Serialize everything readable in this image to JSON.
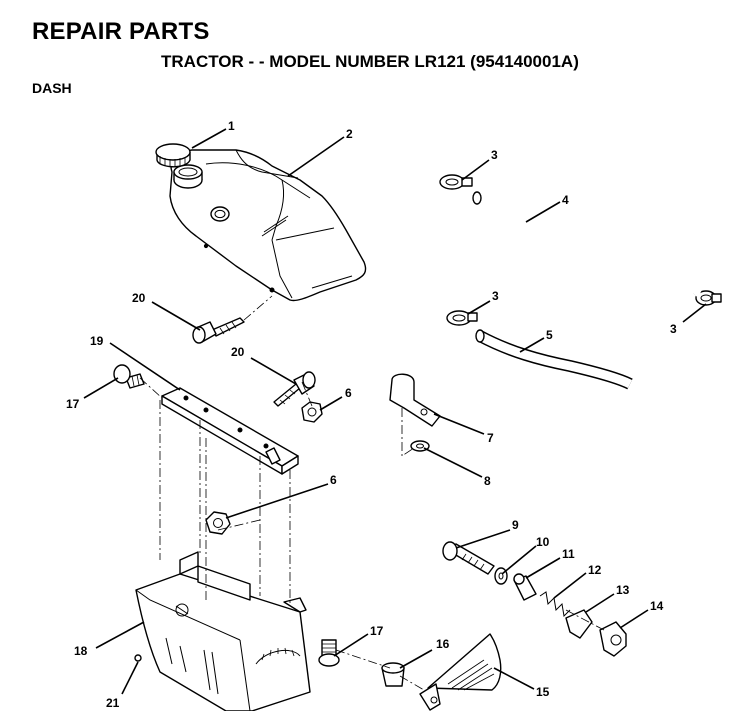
{
  "header": {
    "title": "REPAIR PARTS",
    "subtitle": "TRACTOR - - MODEL NUMBER LR121 (954140001A)",
    "section": "DASH"
  },
  "callouts": [
    {
      "id": "c1",
      "label": "1"
    },
    {
      "id": "c2",
      "label": "2"
    },
    {
      "id": "c3a",
      "label": "3"
    },
    {
      "id": "c4",
      "label": "4"
    },
    {
      "id": "c3b",
      "label": "3"
    },
    {
      "id": "c3c",
      "label": "3"
    },
    {
      "id": "c5",
      "label": "5"
    },
    {
      "id": "c20a",
      "label": "20"
    },
    {
      "id": "c19",
      "label": "19"
    },
    {
      "id": "c20b",
      "label": "20"
    },
    {
      "id": "c17a",
      "label": "17"
    },
    {
      "id": "c6a",
      "label": "6"
    },
    {
      "id": "c7",
      "label": "7"
    },
    {
      "id": "c8",
      "label": "8"
    },
    {
      "id": "c6b",
      "label": "6"
    },
    {
      "id": "c9",
      "label": "9"
    },
    {
      "id": "c10",
      "label": "10"
    },
    {
      "id": "c11",
      "label": "11"
    },
    {
      "id": "c12",
      "label": "12"
    },
    {
      "id": "c13",
      "label": "13"
    },
    {
      "id": "c14",
      "label": "14"
    },
    {
      "id": "c18",
      "label": "18"
    },
    {
      "id": "c17b",
      "label": "17"
    },
    {
      "id": "c16",
      "label": "16"
    },
    {
      "id": "c21",
      "label": "21"
    },
    {
      "id": "c15",
      "label": "15"
    }
  ]
}
